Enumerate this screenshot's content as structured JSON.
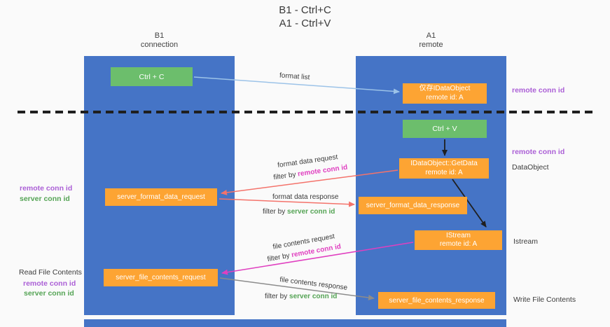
{
  "colors": {
    "bg": "#FAFAFA",
    "lane": "#4574C6",
    "green": "#6CBE6C",
    "orange": "#FDA433",
    "purple": "#AB5FD6",
    "green_text": "#55A455",
    "magenta": "#E040C0",
    "red_arrow": "#F4736B",
    "blue_arrow": "#9CC3E8",
    "gray_arrow": "#8C8C8C",
    "ink": "#3B3B3B"
  },
  "title": {
    "line1": "B1 - Ctrl+C",
    "line2": "A1 - Ctrl+V"
  },
  "lanes": {
    "left": {
      "name": "B1",
      "sub": "connection"
    },
    "right": {
      "name": "A1",
      "sub": "remote"
    }
  },
  "nodes": {
    "ctrl_c": {
      "label": "Ctrl + C"
    },
    "ctrl_v": {
      "label": "Ctrl + V"
    },
    "idataobject": {
      "line1": "仅存IDataObject",
      "line2": "remote id: A"
    },
    "getdata": {
      "line1": "IDataObject::GetData",
      "line2": "remote id: A"
    },
    "istream": {
      "line1": "IStream",
      "line2": "remote id: A"
    },
    "format_request": {
      "label": "server_format_data_request"
    },
    "format_response": {
      "label": "server_format_data_response"
    },
    "file_request": {
      "label": "server_file_contents_request"
    },
    "file_response": {
      "label": "server_file_contents_response"
    }
  },
  "arrow_labels": {
    "format_list": "format list",
    "format_data_request": "format data request",
    "format_data_response": "format data response",
    "file_contents_request": "file contents request",
    "file_contents_response": "file contents response",
    "filter_prefix": "filter by ",
    "remote_conn_id": "remote conn id",
    "server_conn_id": "server conn id"
  },
  "side_labels": {
    "remote_conn_id": "remote conn id",
    "server_conn_id": "server conn id",
    "dataobject": "DataObject",
    "istream": "Istream",
    "read_file_contents": "Read File Contents",
    "write_file_contents": "Write File Contents"
  }
}
